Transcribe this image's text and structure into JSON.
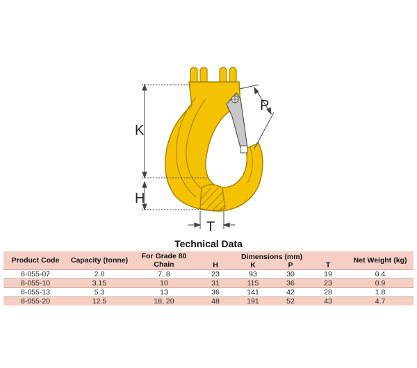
{
  "diagram": {
    "labels": {
      "k": "K",
      "h": "H",
      "t": "T",
      "p": "P"
    },
    "colors": {
      "body": "#f5c200",
      "outline": "#a98400",
      "latch": "#c8c8c8",
      "dim_line": "#444444"
    }
  },
  "table": {
    "title": "Technical Data",
    "headers": {
      "product_code": "Product Code",
      "capacity": "Capacity (tonne)",
      "grade": "For Grade 80 Chain",
      "dimensions": "Dimensions (mm)",
      "h": "H",
      "k": "K",
      "p": "P",
      "t": "T",
      "weight": "Net Weight (kg)"
    },
    "rows": [
      {
        "code": "8-055-07",
        "capacity": "2.0",
        "grade": "7, 8",
        "h": "23",
        "k": "93",
        "p": "30",
        "t": "19",
        "weight": "0.4"
      },
      {
        "code": "8-055-10",
        "capacity": "3.15",
        "grade": "10",
        "h": "31",
        "k": "115",
        "p": "36",
        "t": "23",
        "weight": "0.9"
      },
      {
        "code": "8-055-13",
        "capacity": "5.3",
        "grade": "13",
        "h": "36",
        "k": "141",
        "p": "42",
        "t": "28",
        "weight": "1.8"
      },
      {
        "code": "8-055-20",
        "capacity": "12.5",
        "grade": "18, 20",
        "h": "48",
        "k": "191",
        "p": "52",
        "t": "43",
        "weight": "4.7"
      }
    ],
    "colors": {
      "header_bg": "#f6cfc4",
      "stripe_bg": "#f6cfc4"
    }
  }
}
